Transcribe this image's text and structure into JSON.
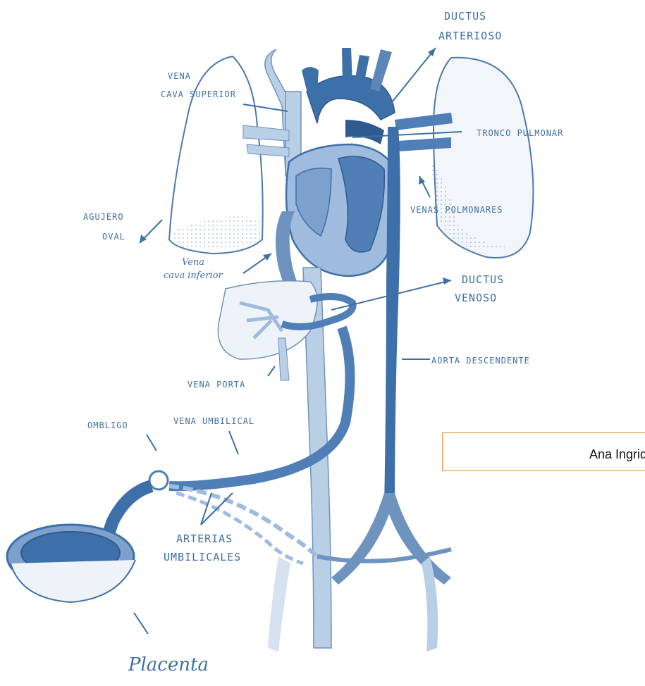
{
  "labels": {
    "ductus_arterioso_1": "DUCTUS",
    "ductus_arterioso_2": "ARTERIOSO",
    "vena_cava_sup_1": "VENA",
    "vena_cava_sup_2": "CAVA SUPERIOR",
    "tronco_pulmonar": "TRONCO PULMONAR",
    "venas_pulmonares": "VENAS POLMONARES",
    "agujero_oval_1": "AGUJERO",
    "agujero_oval_2": "OVAL",
    "vena_cava_inf_1": "Vena",
    "vena_cava_inf_2": "cava inferior",
    "ductus_venoso_1": "DUCTUS",
    "ductus_venoso_2": "VENOSO",
    "aorta_descendente": "AORTA DESCENDENTE",
    "vena_porta": "VENA PORTA",
    "ombligo": "OMBLIGO",
    "vena_umbilical": "VENA UMBILICAL",
    "arterias_umbilicales_1": "ARTERIAS",
    "arterias_umbilicales_2": "UMBILICALES",
    "placenta": "Placenta"
  },
  "author_box": {
    "text": "Ana Ingrid Gord"
  },
  "colors": {
    "ink": "#3f6fa3",
    "vessel_dark": "#3d6fa8",
    "vessel_light": "#b9cfe6",
    "box_border": "#e2913f"
  }
}
